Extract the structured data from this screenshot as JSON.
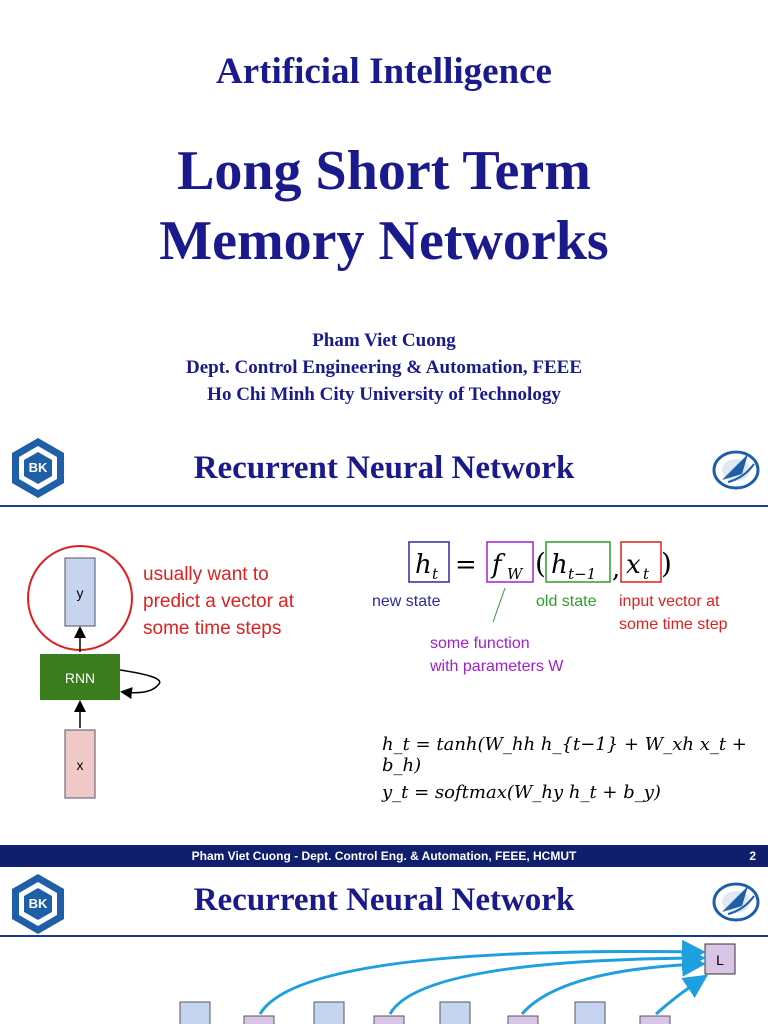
{
  "slide1": {
    "course": "Artificial Intelligence",
    "title_line1": "Long Short Term",
    "title_line2": "Memory Networks",
    "author": "Pham Viet Cuong",
    "dept": "Dept. Control Engineering & Automation, FEEE",
    "university": "Ho Chi Minh City University of Technology"
  },
  "slide2": {
    "title": "Recurrent Neural Network",
    "logo_text": "BK",
    "diagram": {
      "y_label": "y",
      "rnn_label": "RNN",
      "x_label": "x",
      "note_line1": "usually want to",
      "note_line2": "predict a vector at",
      "note_line3": "some time steps"
    },
    "formula": {
      "h_t": "h",
      "h_t_sub": "t",
      "equals": "=",
      "f_w": "f",
      "f_w_sub": "W",
      "h_prev": "h",
      "h_prev_sub": "t−1",
      "x_t": "x",
      "x_t_sub": "t",
      "label_new_state": "new state",
      "label_old_state": "old state",
      "label_input_line1": "input vector at",
      "label_input_line2": "some time step",
      "label_func_line1": "some function",
      "label_func_line2": "with parameters W"
    },
    "equations": {
      "eq1": "h_t = tanh(W_hh h_{t−1} + W_xh x_t + b_h)",
      "eq2": "y_t = softmax(W_hy h_t + b_y)"
    },
    "footer_text": "Pham Viet Cuong - Dept. Control Eng. & Automation,  FEEE, HCMUT",
    "page_number": "2"
  },
  "slide3": {
    "title": "Recurrent Neural Network",
    "logo_text": "BK",
    "loss_label": "L"
  },
  "colors": {
    "navy": "#1a1a8c",
    "rnn_green": "#3a7d1e",
    "y_blue": "#c6d4ef",
    "x_pink": "#f2c9c9",
    "red_note": "#e02020",
    "purple": "#a020d0",
    "green_box": "#2e9e2e",
    "arrow_cyan": "#1ea0e0"
  }
}
